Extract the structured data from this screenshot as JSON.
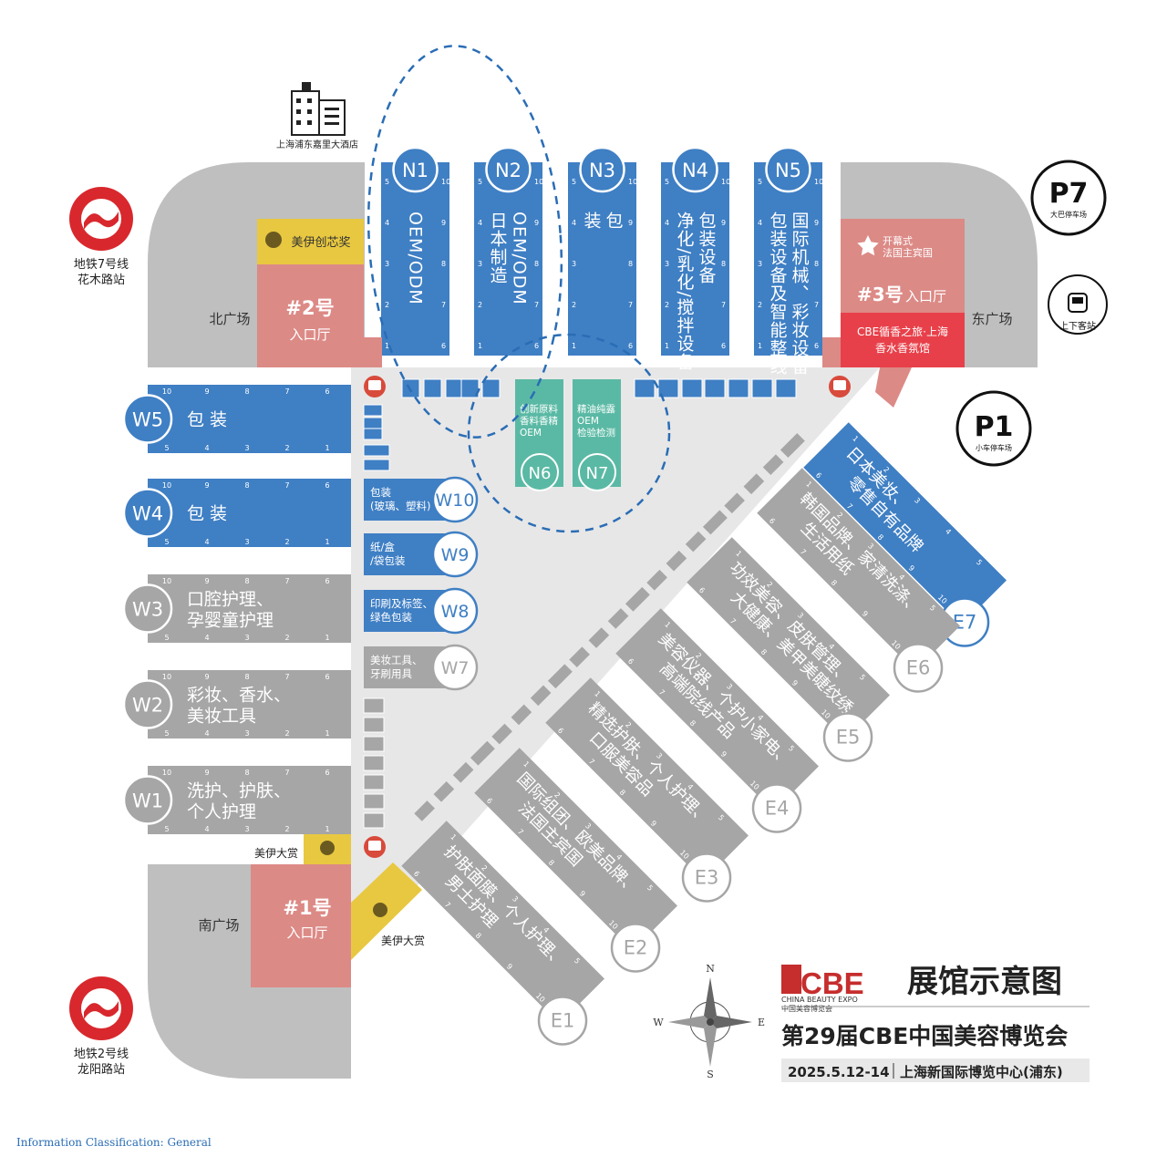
{
  "colors": {
    "blue": "#3f7fc4",
    "gray": "#a6a6a6",
    "teal": "#5ab9a4",
    "pink": "#dc8a86",
    "red": "#e8404a",
    "yellow": "#e8c840",
    "plaza": "#bfbfbf",
    "floor": "#e7e7e7",
    "metro": "#d8282d",
    "dash": "#2a6db5"
  },
  "north_halls": [
    {
      "id": "N1",
      "text": "OEM/ODM",
      "nums_left": [
        "5",
        "4",
        "3",
        "2",
        "1"
      ],
      "nums_right": [
        "10",
        "9",
        "8",
        "7",
        "6"
      ]
    },
    {
      "id": "N2",
      "text": "OEM/ODM\n日本制造",
      "nums_left": [
        "5",
        "4",
        "3",
        "2",
        "1"
      ],
      "nums_right": [
        "10",
        "9",
        "8",
        "7",
        "6"
      ]
    },
    {
      "id": "N3",
      "text": "包\n装",
      "nums_left": [
        "5",
        "4",
        "3",
        "2",
        "1"
      ],
      "nums_right": [
        "10",
        "9",
        "8",
        "7",
        "6"
      ]
    },
    {
      "id": "N4",
      "text": "包装设备\n净化/乳化/搅拌设备",
      "nums_left": [
        "5",
        "4",
        "3",
        "2",
        "1"
      ],
      "nums_right": [
        "10",
        "9",
        "8",
        "7",
        "6"
      ]
    },
    {
      "id": "N5",
      "text": "国际机械、彩妆设备\n包装设备及智能整线",
      "nums_left": [
        "5",
        "4",
        "3",
        "2",
        "1"
      ],
      "nums_right": [
        "10",
        "9",
        "8",
        "7",
        "6"
      ]
    }
  ],
  "west_halls": [
    {
      "id": "W5",
      "text": [
        "包 装"
      ],
      "theme": "blue"
    },
    {
      "id": "W4",
      "text": [
        "包 装"
      ],
      "theme": "blue"
    },
    {
      "id": "W3",
      "text": [
        "口腔护理、",
        "孕婴童护理"
      ],
      "theme": "gray"
    },
    {
      "id": "W2",
      "text": [
        "彩妆、香水、",
        "美妆工具"
      ],
      "theme": "gray"
    },
    {
      "id": "W1",
      "text": [
        "洗护、护肤、",
        "个人护理"
      ],
      "theme": "gray"
    }
  ],
  "west_nums_top": [
    "10",
    "9",
    "8",
    "7",
    "6"
  ],
  "west_nums_bottom": [
    "5",
    "4",
    "3",
    "2",
    "1"
  ],
  "west_small_halls": [
    {
      "id": "W10",
      "text": [
        "包装",
        "(玻璃、塑料)"
      ],
      "theme": "blue"
    },
    {
      "id": "W9",
      "text": [
        "纸/盒",
        "/袋包装"
      ],
      "theme": "blue"
    },
    {
      "id": "W8",
      "text": [
        "印刷及标签、",
        "绿色包装"
      ],
      "theme": "blue"
    },
    {
      "id": "W7",
      "text": [
        "美妆工具、",
        "牙刷用具"
      ],
      "theme": "gray"
    }
  ],
  "center_halls": [
    {
      "id": "N6",
      "text": [
        "创新原料",
        "香料香精",
        "OEM"
      ]
    },
    {
      "id": "N7",
      "text": [
        "精油纯露",
        "OEM",
        "检验检测"
      ]
    }
  ],
  "east_halls": [
    {
      "id": "E7",
      "text": "日本美妆、\n零售自有品牌",
      "theme": "blue"
    },
    {
      "id": "E6",
      "text": "韩国品牌、家清洗涤、\n生活用纸",
      "theme": "gray"
    },
    {
      "id": "E5",
      "text": "功效美容、皮肤管理、\n大健康、美甲美睫纹绣",
      "theme": "gray"
    },
    {
      "id": "E4",
      "text": "美容仪器、个护小家电、\n高端院线产品",
      "theme": "gray"
    },
    {
      "id": "E3",
      "text": "精选护肤、个人护理、\n口服美容品",
      "theme": "gray"
    },
    {
      "id": "E2",
      "text": "国际组团、欧美品牌、\n法国主宾国",
      "theme": "gray"
    },
    {
      "id": "E1",
      "text": "护肤面膜、个人护理、\n男士护理",
      "theme": "gray"
    }
  ],
  "east_nums_top": [
    "1",
    "2",
    "3",
    "4",
    "5"
  ],
  "east_nums_bottom": [
    "6",
    "7",
    "8",
    "9",
    "10"
  ],
  "entrances": [
    {
      "id": "e2",
      "title": "#2号",
      "sub": "入口厅"
    },
    {
      "id": "e3",
      "title": "#3号",
      "sub": "入口厅"
    },
    {
      "id": "e1",
      "title": "#1号",
      "sub": "入口厅"
    }
  ],
  "labels": {
    "north_plaza": "北广场",
    "east_plaza": "东广场",
    "south_plaza": "南广场",
    "hotel": "上海浦东嘉里大酒店",
    "metro7_line1": "地铁7号线",
    "metro7_line2": "花木路站",
    "metro2_line1": "地铁2号线",
    "metro2_line2": "龙阳路站",
    "award_top": "美伊创芯奖",
    "award_west": "美伊大赏",
    "award_south": "美伊大赏",
    "opening": "开幕式",
    "guest_hall": "法国主宾国",
    "perfume_line1": "CBE循香之旅·上海",
    "perfume_line2": "香水香氛馆",
    "p7": "P7",
    "p7_sub": "大巴停车场",
    "p1": "P1",
    "p1_sub": "小车停车场",
    "bus_stop": "上下客站",
    "compass": {
      "n": "N",
      "s": "S",
      "e": "E",
      "w": "W"
    }
  },
  "brand": {
    "logo": "CBE",
    "logo_en": "CHINA BEAUTY EXPO",
    "logo_cn": "中国美容博览会",
    "map_title": "展馆示意图",
    "event_name": "第29届CBE中国美容博览会",
    "date": "2025.5.12-14",
    "venue": "上海新国际博览中心(浦东)"
  },
  "footer": "Information Classification: General"
}
